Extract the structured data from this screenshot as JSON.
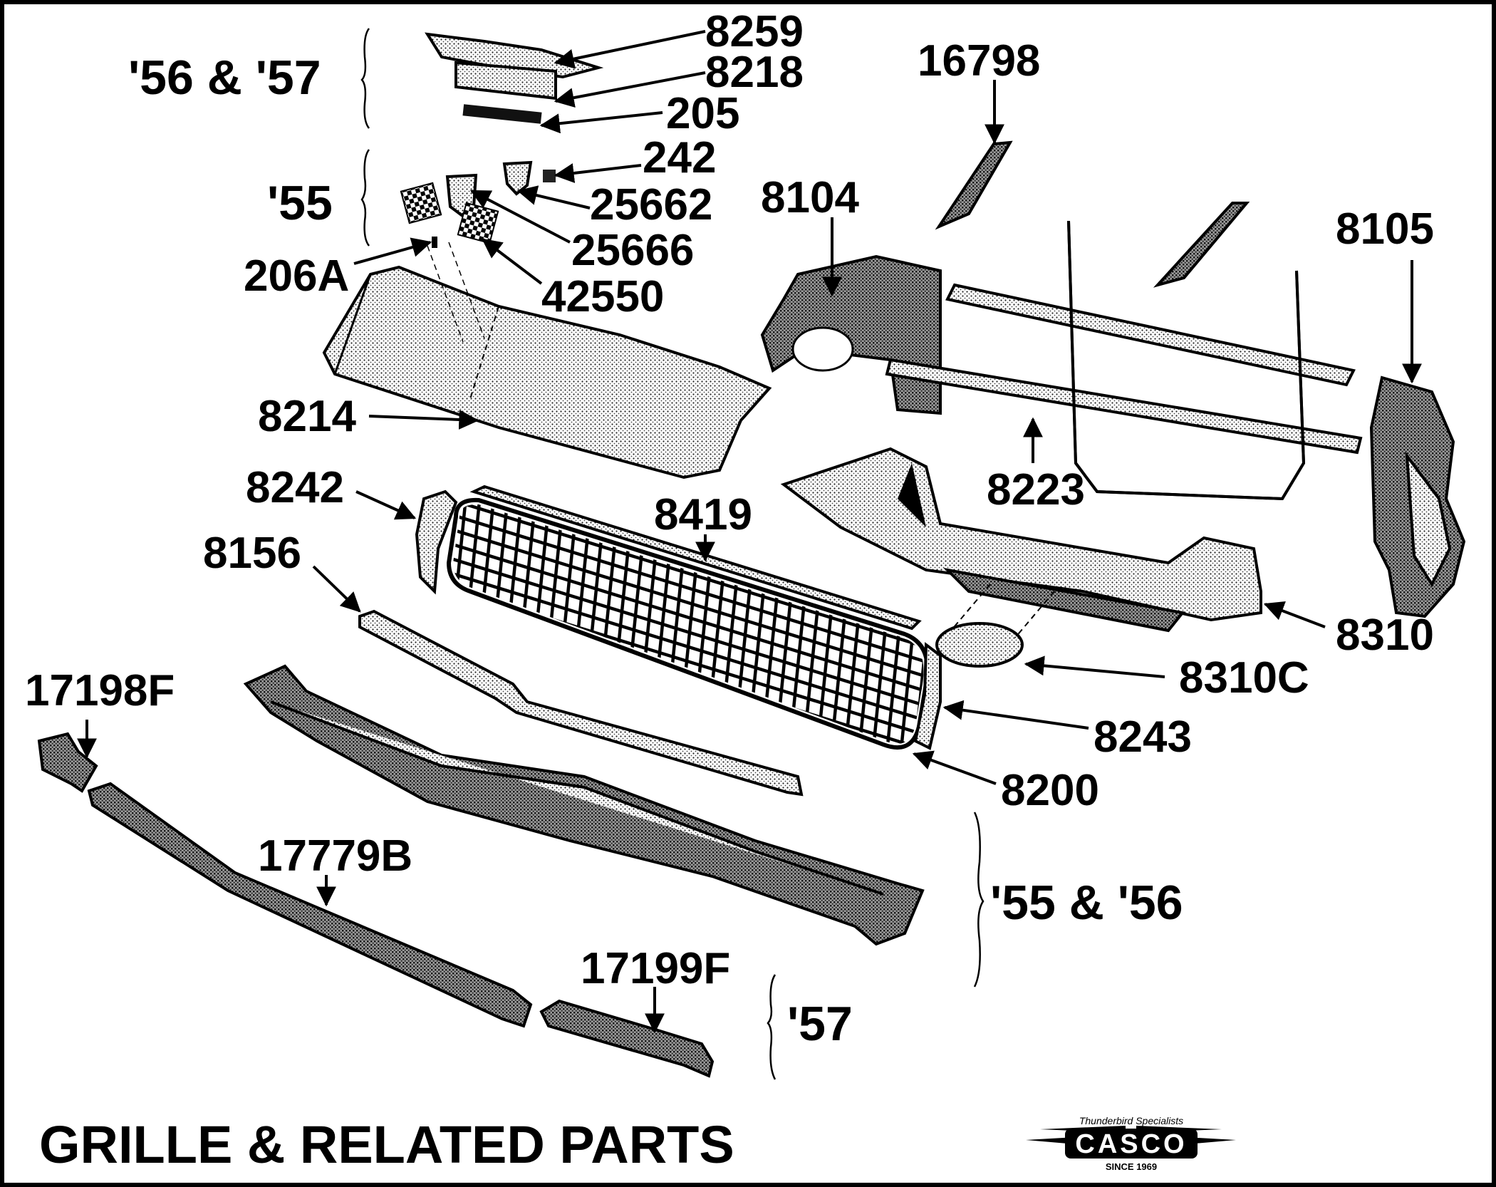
{
  "title": "GRILLE & RELATED PARTS",
  "year_labels": {
    "y5657": "'56 & '57",
    "y55": "'55",
    "y5556": "'55 & '56",
    "y57": "'57"
  },
  "part_numbers": {
    "p8259": "8259",
    "p8218": "8218",
    "p205": "205",
    "p242": "242",
    "p25662": "25662",
    "p25666": "25666",
    "p206A": "206A",
    "p42550": "42550",
    "p16798": "16798",
    "p8104": "8104",
    "p8105": "8105",
    "p8214": "8214",
    "p8223": "8223",
    "p8242": "8242",
    "p8419": "8419",
    "p8156": "8156",
    "p8310": "8310",
    "p8310C": "8310C",
    "p17198F": "17198F",
    "p8243": "8243",
    "p8200": "8200",
    "p17779B": "17779B",
    "p17199F": "17199F"
  },
  "logo": {
    "tagline": "Thunderbird Specialists",
    "brand": "CASCO",
    "since": "SINCE 1969"
  }
}
